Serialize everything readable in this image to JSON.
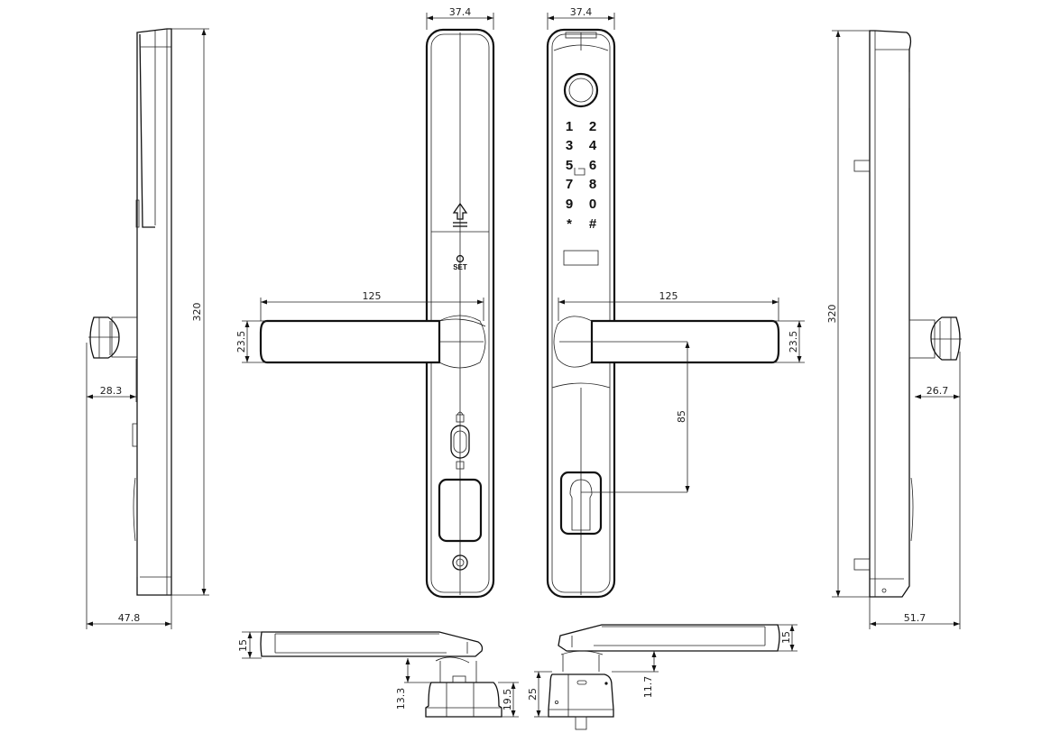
{
  "drawing": {
    "subject": "smart door lock dimensioned drawing",
    "views": {
      "left_side": {
        "dimensions": {
          "height": "320",
          "handle_projection": "28.3",
          "overall_depth": "47.8"
        }
      },
      "back_front": {
        "dimensions": {
          "width": "37.4",
          "handle_length": "125",
          "handle_height": "23.5"
        },
        "labels": {
          "set_button": "SET"
        }
      },
      "keypad_front": {
        "dimensions": {
          "width": "37.4",
          "handle_length": "125",
          "handle_height": "23.5",
          "handle_to_cylinder": "85"
        },
        "keypad_keys": [
          "1",
          "2",
          "3",
          "4",
          "5",
          "6",
          "7",
          "8",
          "9",
          "0",
          "*",
          "#"
        ]
      },
      "right_side": {
        "dimensions": {
          "height": "320",
          "handle_projection": "26.7",
          "overall_depth": "51.7"
        }
      },
      "bottom_left_handle": {
        "dimensions": {
          "lever_thickness": "15",
          "gap": "13.3",
          "rose_height": "19.5"
        }
      },
      "bottom_right_handle": {
        "dimensions": {
          "lever_thickness": "15",
          "gap": "11.7",
          "rose_height": "25"
        }
      }
    }
  }
}
